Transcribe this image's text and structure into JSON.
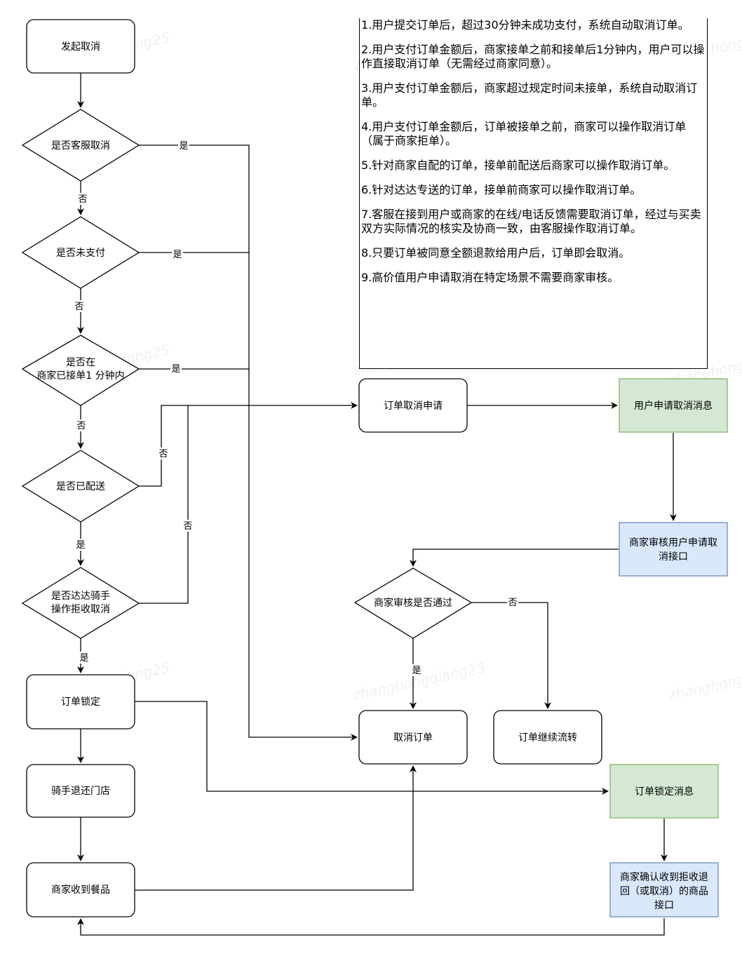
{
  "nodes": {
    "start": "发起取消",
    "cs_cancel": "是否客服取消",
    "unpaid": "是否未支付",
    "within_minute": [
      "是否在",
      "商家已接单1 分钟内"
    ],
    "delivered": "是否已配送",
    "rider_reject": [
      "是否达达骑手",
      "操作拒收取消"
    ],
    "order_lock": "订单锁定",
    "rider_return": "骑手退还门店",
    "merchant_receive": "商家收到餐品",
    "cancel_apply": "订单取消申请",
    "user_msg": "用户申请取消消息",
    "merchant_api": [
      "商家审核用户申请取",
      "消接口"
    ],
    "review_pass": "商家审核是否通过",
    "cancel_order": "取消订单",
    "continue_flow": "订单继续流转",
    "lock_msg": "订单锁定消息",
    "confirm_api": [
      "商家确认收到拒收退",
      "回（或取消）的商品",
      "接口"
    ]
  },
  "labels": {
    "yes": "是",
    "no": "否"
  },
  "rules": [
    "1.用户提交订单后，超过30分钟未成功支付，系统自动取消订单。",
    "2.用户支付订单金额后，商家接单之前和接单后1分钟内，用户可以操作直接取消订单（无需经过商家同意）。",
    "3.用户支付订单金额后，商家超过规定时间未接单，系统自动取消订单。",
    "4.用户支付订单金额后，订单被接单之前，商家可以操作取消订单（属于商家拒单）。",
    "5.针对商家自配的订单，接单前配送后商家可以操作取消订单。",
    "6.针对达达专送的订单，接单前商家可以操作取消订单。",
    "7.客服在接到用户或商家的在线/电话反馈需要取消订单，经过与买卖双方实际情况的核实及协商一致，由客服操作取消订单。",
    "8.只要订单被同意全额退款给用户后，订单即会取消。",
    "9.高价值用户申请取消在特定场景不需要商家审核。"
  ],
  "watermark": "zhanghongqiang25",
  "colors": {
    "green_fill": "#d5e8d4",
    "green_stroke": "#82b366",
    "blue_fill": "#dae8fc",
    "blue_stroke": "#6c8ebf"
  }
}
